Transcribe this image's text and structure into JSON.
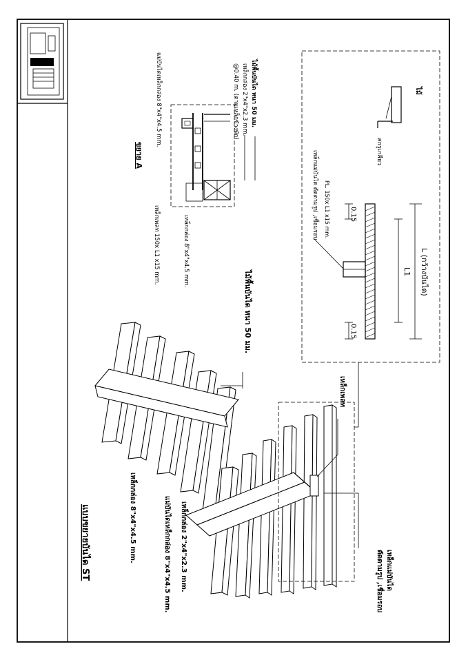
{
  "drawing": {
    "main_title": "แบบขยายบันได ST",
    "labels": {
      "tread_thickness_upper": "ไม้พื้นบันได หนา 50 มม.",
      "steel_plate": "เหล็กเพลท",
      "stringer_box_1": "เหล็กกล่อง 2\"x4\"x2.3 mm.",
      "stringer_box_2": "แม่บันไดเหล็กกล่อง 8\"x4\"x4.5 mm.",
      "stringer_box_3": "เหล็กกล่อง 8\"x4\"x4.5 mm.",
      "stringer_joint_1": "เหล็กแม่บันได",
      "stringer_joint_2": "ตัดตามรูป ,เชื่อมรอบ"
    },
    "detail_a": {
      "title": "ขยาย A",
      "tread": "ไม้พื้นบันได หนา 50 มม.",
      "box_small": "เหล็กกล่อง 2\"x4\"x2.3 mm.",
      "spacing": "@0.40 m. (ตามเหล็กข้างพัก)",
      "box_large": "แม่บันไดเหล็กกล่อง 8\"x4\"x4.5 mm.",
      "box_large_2": "เหล็กกล่อง 8\"x4\"x4.5 mm.",
      "plate": "เหล็กเพลท  150x L1 x15 mm."
    },
    "plan_detail": {
      "overall": "L (กว้างบันได)",
      "inner": "L1",
      "edge_left": "0.15",
      "edge_right": "0.15",
      "plate_label": "PL. 150x L1 x15 mm.",
      "weld_label": "เหล็กแม่บันได ตัดตามรูป ,เชื่อมรอบ",
      "wood_label": "ไม้",
      "screw_label": "สกรูเกลียว"
    }
  }
}
